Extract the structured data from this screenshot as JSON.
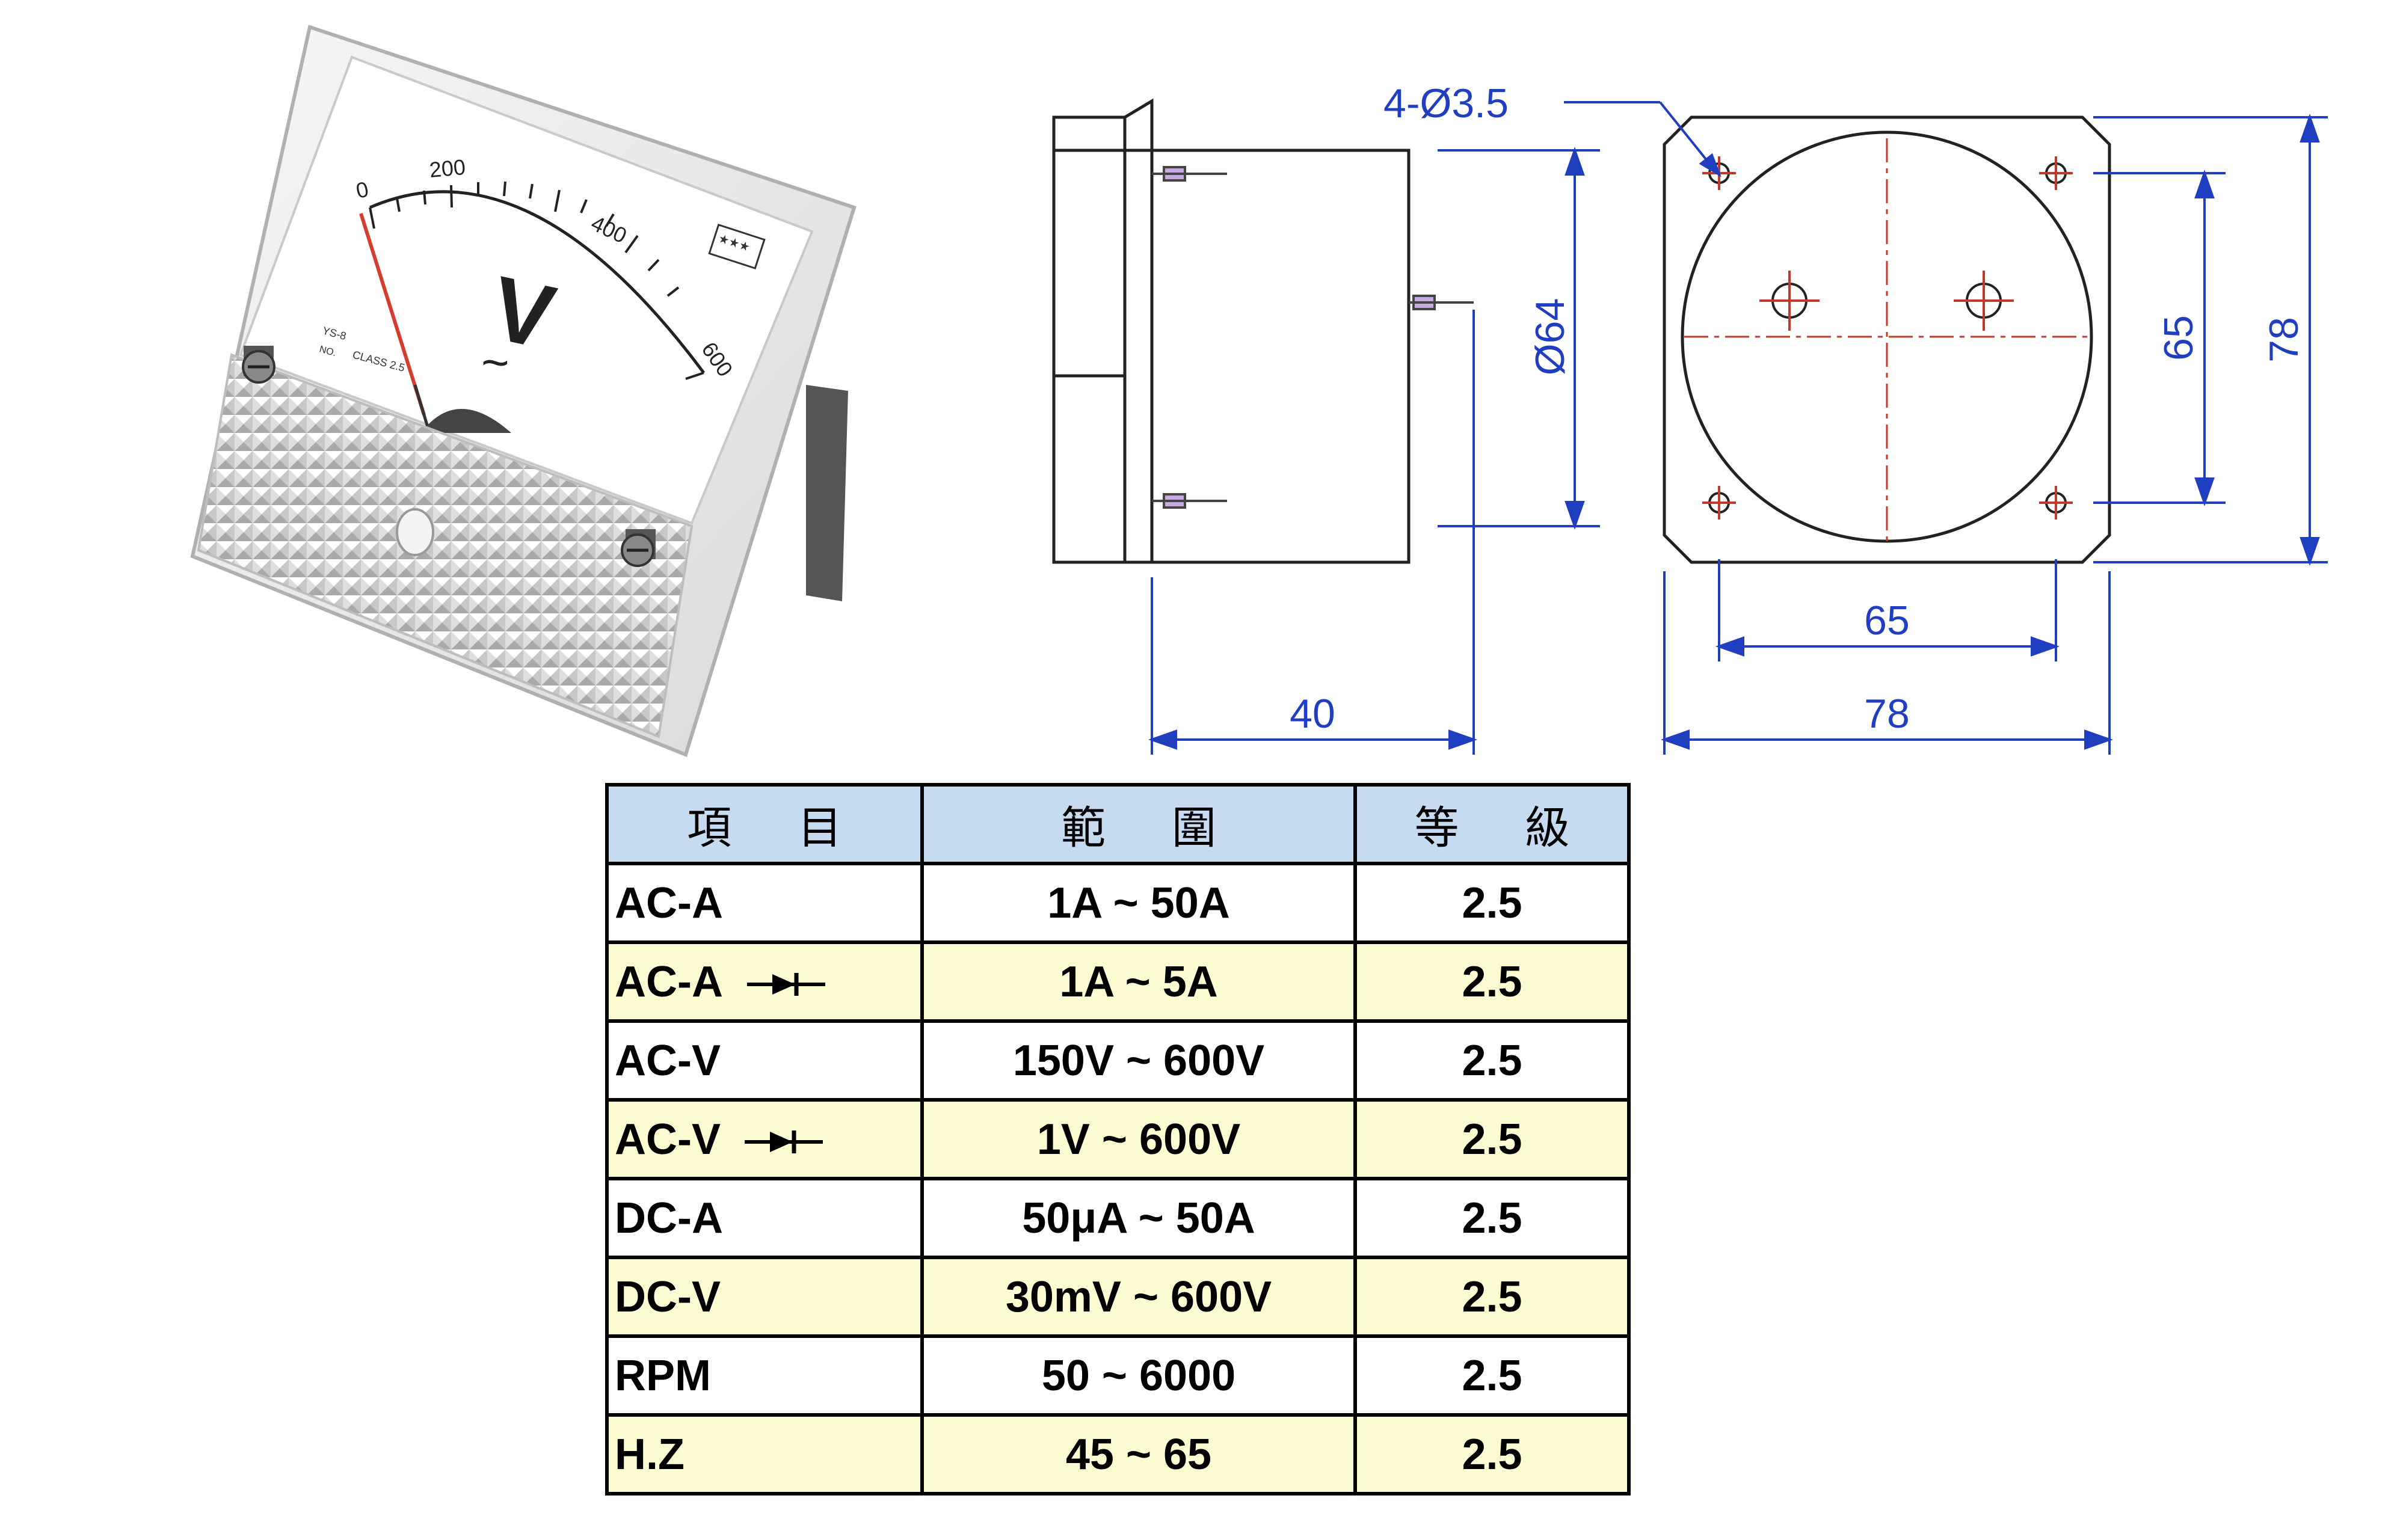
{
  "meter_face": {
    "scale_labels": [
      "0",
      "200",
      "400",
      "600"
    ],
    "unit": "V",
    "ac_symbol": "~",
    "model": "YS-8",
    "no_label": "NO.",
    "class_label": "CLASS 2.5",
    "brand_badge": "★★★"
  },
  "drawing": {
    "hole_label": "4-Ø3.5",
    "diameter_label": "Ø64",
    "depth_label": "40",
    "hole_spacing_h": "65",
    "width_label": "78",
    "hole_spacing_v": "65",
    "height_label": "78",
    "line_color": "#1f3fc0"
  },
  "spec_table": {
    "headers": [
      "項目",
      "範圍",
      "等級"
    ],
    "rows": [
      {
        "item": "AC-A",
        "range": "1A ~ 50A",
        "grade": "2.5",
        "rectifier": false
      },
      {
        "item": "AC-A",
        "range": "1A ~ 5A",
        "grade": "2.5",
        "rectifier": true
      },
      {
        "item": "AC-V",
        "range": "150V ~ 600V",
        "grade": "2.5",
        "rectifier": false
      },
      {
        "item": "AC-V",
        "range": "1V ~ 600V",
        "grade": "2.5",
        "rectifier": true
      },
      {
        "item": "DC-A",
        "range": "50μA ~ 50A",
        "grade": "2.5",
        "rectifier": false
      },
      {
        "item": "DC-V",
        "range": "30mV ~ 600V",
        "grade": "2.5",
        "rectifier": false
      },
      {
        "item": "RPM",
        "range": "50 ~ 6000",
        "grade": "2.5",
        "rectifier": false
      },
      {
        "item": "H.Z",
        "range": "45 ~ 65",
        "grade": "2.5",
        "rectifier": false
      }
    ],
    "header_color": "#c6daf0",
    "alt_row_color": "#fdfbd2"
  }
}
